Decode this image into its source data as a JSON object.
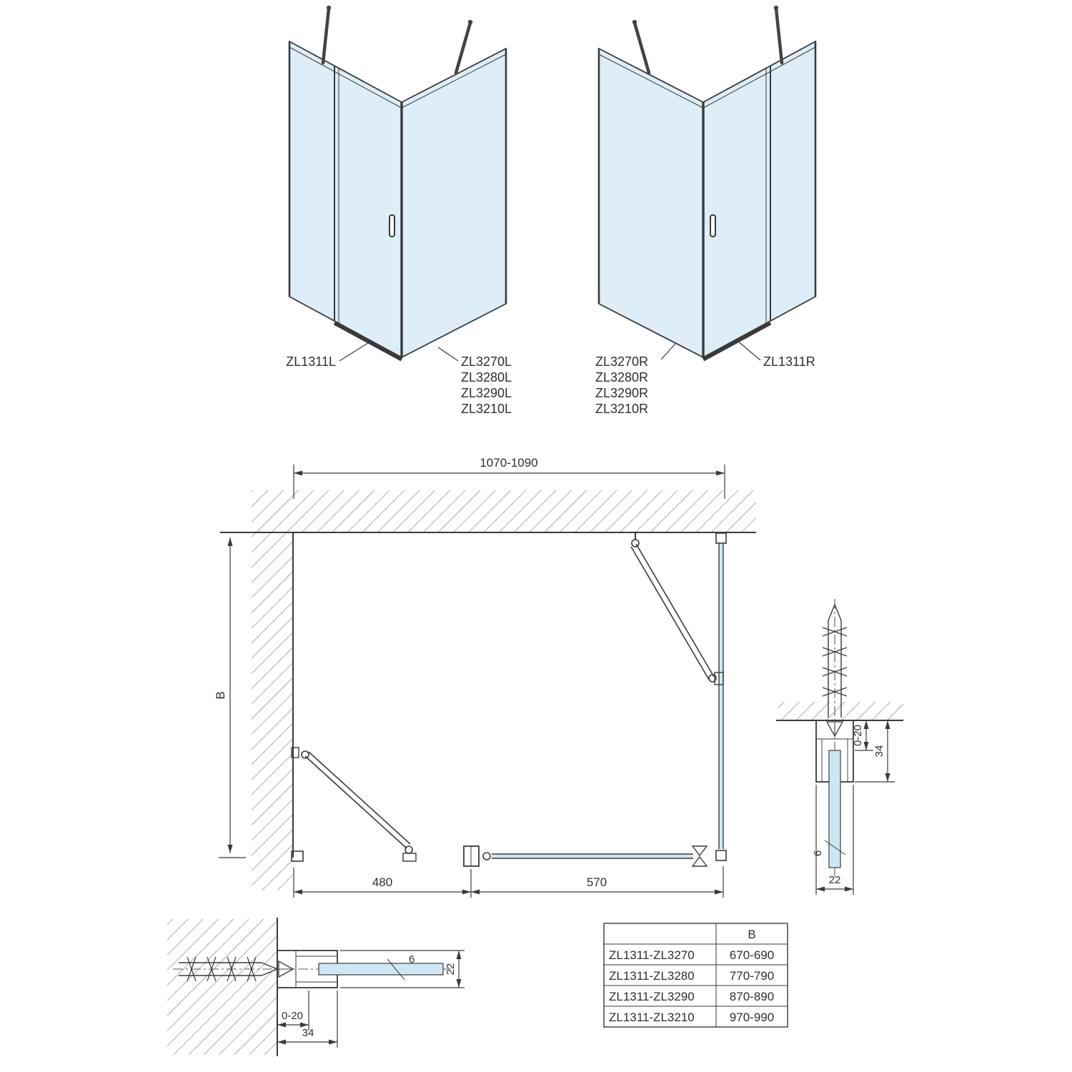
{
  "colors": {
    "glass": "#ddeef8",
    "glass_dark": "#cfe7f4",
    "line": "#3a3a3a"
  },
  "units": {
    "left": {
      "door_code": "ZL1311L",
      "panel_codes": [
        "ZL3270L",
        "ZL3280L",
        "ZL3290L",
        "ZL3210L"
      ]
    },
    "right": {
      "door_code": "ZL1311R",
      "panel_codes": [
        "ZL3270R",
        "ZL3280R",
        "ZL3290R",
        "ZL3210R"
      ]
    }
  },
  "plan": {
    "overall_width": "1070-1090",
    "depth": "B",
    "door_width": "480",
    "side_width": "570"
  },
  "profile_detail": {
    "adjustment": "0-20",
    "profile_height": "34",
    "glass_thickness": "6",
    "profile_width": "22"
  },
  "size_table": {
    "header_b": "B",
    "rows": [
      {
        "models": "ZL1311-ZL3270",
        "b": "670-690"
      },
      {
        "models": "ZL1311-ZL3280",
        "b": "770-790"
      },
      {
        "models": "ZL1311-ZL3290",
        "b": "870-890"
      },
      {
        "models": "ZL1311-ZL3210",
        "b": "970-990"
      }
    ]
  }
}
